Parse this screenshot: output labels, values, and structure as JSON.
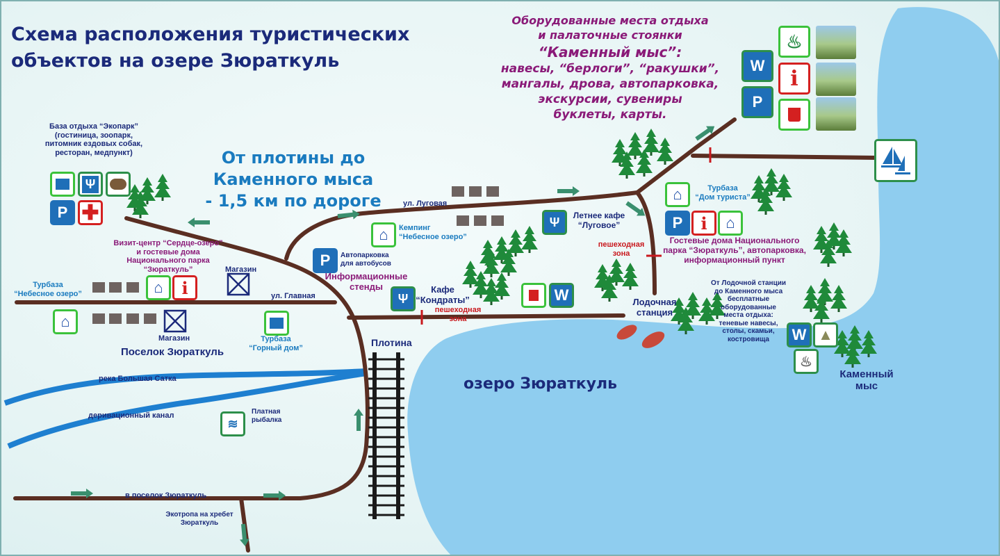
{
  "title_line1": "Схема расположения  туристических",
  "title_line2": "объектов на озере Зюраткуль",
  "distance_text": [
    "От плотины до",
    "Каменного мыса",
    "- 1,5 км по дороге"
  ],
  "rest_places": {
    "line1": "Оборудованные места отдыха",
    "line2": "и палаточные стоянки",
    "line3": "“Каменный мыс”:",
    "line4": "навесы,  “берлоги”, “ракушки”,",
    "line5": "мангалы, дрова, автопарковка,",
    "line6": "экскурсии, сувениры",
    "line7": "буклеты, карты."
  },
  "ecopark": [
    "База отдыха “Экопарк”",
    "(гостиница, зоопарк,",
    "питомник ездовых собак,",
    "ресторан, медпункт)"
  ],
  "visit_center": [
    "Визит-центр “Сердце-озеро”",
    "и гостевые дома",
    "Национального парка",
    "“Зюраткуль”"
  ],
  "shop1": "Магазин",
  "shop2": "Магазин",
  "turbaza_nebesnoe": [
    "Турбаза",
    "“Небесное озеро”"
  ],
  "turbaza_gorny": [
    "Турбаза",
    "“Горный дом”"
  ],
  "street_main": "ул. Главная",
  "street_lugovaya": "ул. Луговая",
  "village": "Поселок Зюраткуль",
  "camping": [
    "Кемпинг",
    "“Небесное озеро”"
  ],
  "bus_parking": [
    "Автопарковка",
    "для автобусов"
  ],
  "info_stands": [
    "Информационные",
    "стенды"
  ],
  "cafe_kondraty": [
    "Кафе",
    "“Кондраты”"
  ],
  "pedestrian_zone": [
    "пешеходная",
    "зона"
  ],
  "summer_cafe": [
    "Летнее кафе",
    "“Луговое”"
  ],
  "turbaza_dom": [
    "Турбаза",
    "“Дом туриста”"
  ],
  "guest_houses": [
    "Гостевые дома  Национального",
    "парка “Зюраткуль”, автопарковка,",
    "информационный пункт"
  ],
  "boat_station": [
    "Лодочная",
    "станция"
  ],
  "free_places": [
    "От Лодочной станции",
    "до Каменного мыса",
    "бесплатные",
    "оборудованные",
    "места отдыха:",
    "теневые навесы,",
    "столы, скамьи,",
    "костровища"
  ],
  "kamenny_mys": [
    "Каменный",
    "мыс"
  ],
  "dam": "Плотина",
  "lake": "озеро Зюраткуль",
  "river": "река Большая Сатка",
  "canal": "деривационный канал",
  "fishing": [
    "Платная",
    "рыбалка"
  ],
  "to_village": "в поселок Зюраткуль",
  "ecotrail": [
    "Экотропа на хребет",
    "Зюраткуль"
  ],
  "icons": {
    "wc": "W",
    "parking": "P",
    "info": "i"
  },
  "colors": {
    "road": "#5a2e22",
    "water": "#1e7fd0",
    "lake": "#8fcdef",
    "arrow": "#3a8f6e",
    "forest": "#1f8a3a"
  }
}
